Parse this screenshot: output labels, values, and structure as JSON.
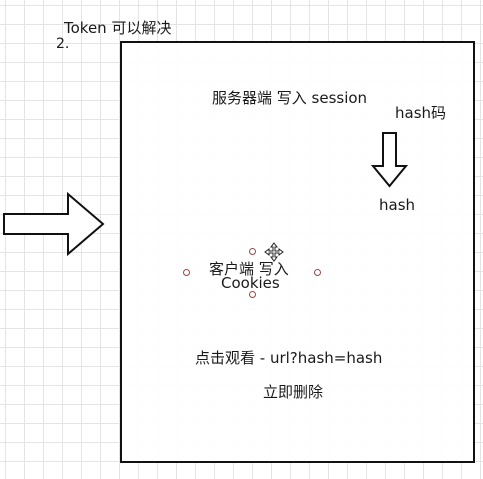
{
  "header": {
    "title": "Token 可以解决",
    "step": "2."
  },
  "diagram": {
    "server_note": "服务器端 写入 session",
    "hash_code_label": "hash码",
    "hash_label": "hash",
    "client_note": "客户端 写入",
    "cookies_label": "Cookies",
    "click_note": "点击观看  - url?hash=hash",
    "delete_note": "立即删除"
  },
  "icons": {
    "big_arrow": "right-arrow-outline",
    "down_arrow": "down-arrow-outline",
    "move_cursor": "move-cursor"
  },
  "colors": {
    "stroke": "#111111",
    "handle": "#9a4a4a",
    "grid": "#e4e4e4"
  }
}
